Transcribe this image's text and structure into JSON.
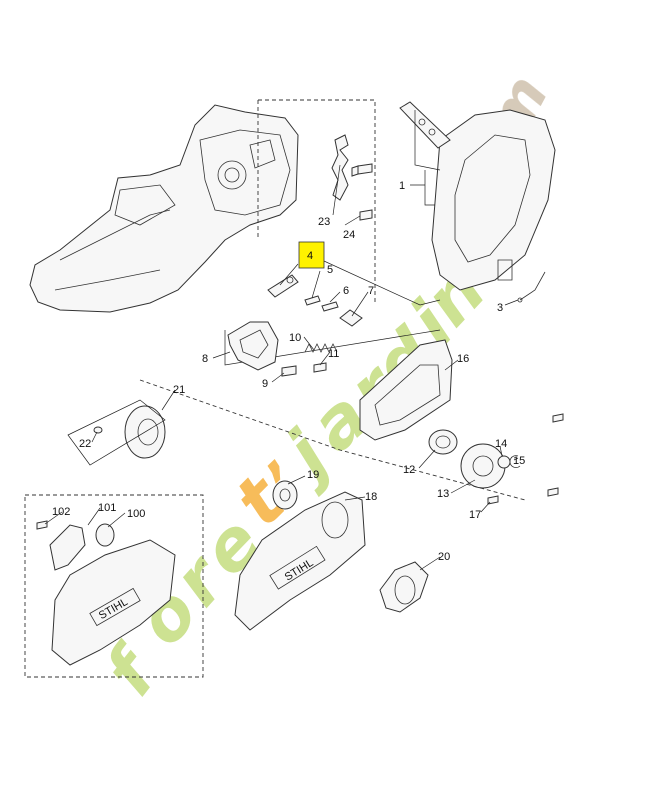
{
  "watermark": {
    "text": "foret-jardin.com",
    "colors": [
      "#b8d96a",
      "#f5a623",
      "#b8d96a",
      "#c8b8a0"
    ]
  },
  "highlight_color": "#fff200",
  "callouts": {
    "p1": "1",
    "p3": "3",
    "p4": "4",
    "p5": "5",
    "p6": "6",
    "p7": "7",
    "p8": "8",
    "p9": "9",
    "p10": "10",
    "p11": "11",
    "p12": "12",
    "p13": "13",
    "p14": "14",
    "p15": "15",
    "p16": "16",
    "p17": "17",
    "p18": "18",
    "p19": "19",
    "p20": "20",
    "p21": "21",
    "p22": "22",
    "p23": "23",
    "p24": "24",
    "p100": "100",
    "p101": "101",
    "p102": "102"
  },
  "brand_text": {
    "cover": "STIHL",
    "sidecover": "STIHL"
  }
}
